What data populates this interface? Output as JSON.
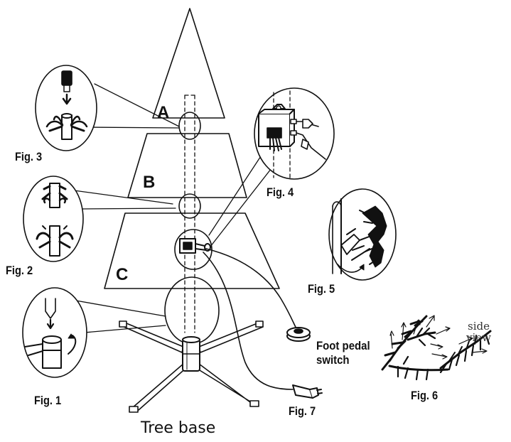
{
  "sections": {
    "a": "A",
    "b": "B",
    "c": "C"
  },
  "figures": {
    "fig1": "Fig. 1",
    "fig2": "Fig. 2",
    "fig3": "Fig. 3",
    "fig4": "Fig. 4",
    "fig5": "Fig. 5",
    "fig6": "Fig. 6",
    "fig7": "Fig. 7"
  },
  "tree_base": "Tree base",
  "foot_pedal": {
    "line1": "Foot pedal",
    "line2": "switch"
  },
  "side_view": {
    "line1": "side",
    "line2": "view"
  }
}
